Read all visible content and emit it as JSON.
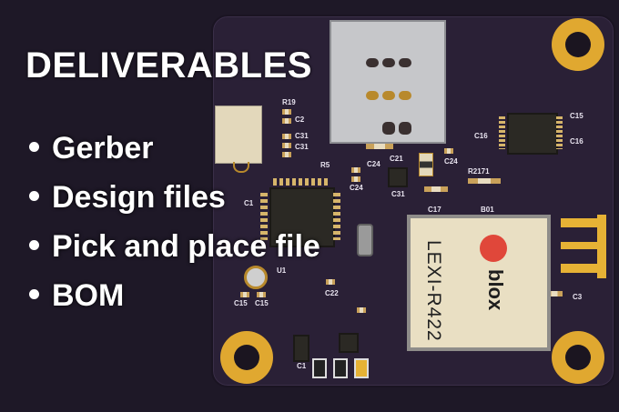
{
  "headline": "DELIVERABLES",
  "deliverables": [
    {
      "label": "Gerber"
    },
    {
      "label": "Design files"
    },
    {
      "label": "Pick and place file"
    },
    {
      "label": "BOM"
    }
  ],
  "pcb": {
    "module": {
      "brand": "blox",
      "model": "LEXI-R422"
    },
    "labels": {
      "r19": "R19",
      "c2": "C2",
      "c31a": "C31",
      "c31b": "C31",
      "r5": "R5",
      "c1a": "C1",
      "u1": "U1",
      "c15a": "C15",
      "c15b": "C15",
      "c22": "C22",
      "c24a": "C24",
      "c24b": "C24",
      "c24c": "C24",
      "c21": "C21",
      "c31c": "C31",
      "c17": "C17",
      "r2171": "R2171",
      "b01": "B01",
      "c16a": "C16",
      "c15c": "C15",
      "c16b": "C16",
      "c3": "C3",
      "c1b": "C1"
    }
  },
  "colors": {
    "background": "#1e1827",
    "board": "#2a2036",
    "gold": "#e0a830",
    "module": "#e9dfc3",
    "logo_red": "#e0473a"
  }
}
